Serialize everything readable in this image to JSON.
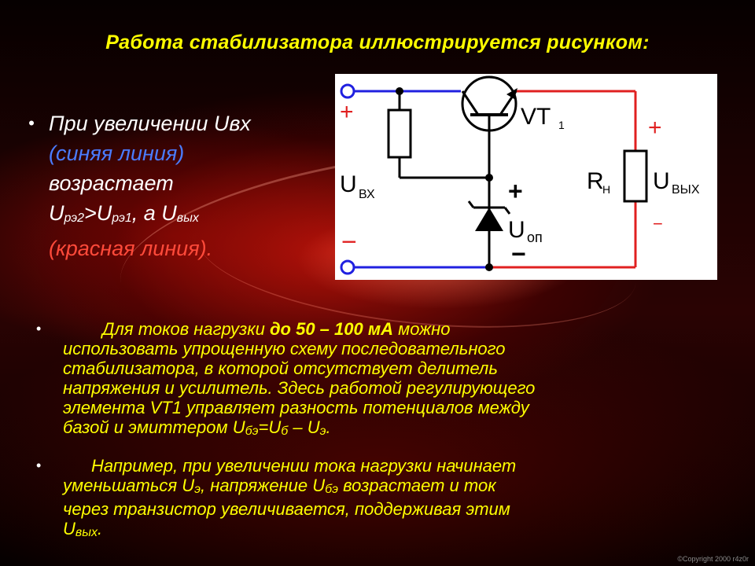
{
  "slide": {
    "title": "Работа стабилизатора иллюстрируется рисунком:",
    "copyright": "©Copyright 2000  r4z0r"
  },
  "left_block": {
    "bullet": "•",
    "line1": "При увеличении Uвх",
    "line2": "(синяя линия)",
    "line3": "возрастает",
    "line4_a": "U",
    "line4_b": "рэ2",
    "line4_c": ">U",
    "line4_d": "рэ1",
    "line4_e": ", а U",
    "line4_f": "вых",
    "line5": "(красная линия)."
  },
  "circuit": {
    "vt_label": "VT",
    "vt_sub": "1",
    "uin_label": "U",
    "uin_sub": "ВХ",
    "rn_label": "R",
    "rn_sub": "Н",
    "uout_label": "U",
    "uout_sub": "ВЫХ",
    "uop_label": "U",
    "uop_sub": "оп",
    "plus": "+",
    "minus": "−",
    "colors": {
      "blue": "#2020e0",
      "red": "#e02020",
      "black": "#000000"
    }
  },
  "para1": {
    "bullet": "•",
    "text_a": "Для токов нагрузки ",
    "text_bold": "до 50 – 100 мА",
    "text_b": " можно",
    "line2": "использовать упрощенную схему последовательного",
    "line3": "стабилизатора, в которой отсутствует делитель",
    "line4": "напряжения и усилитель. Здесь работой регулирующего",
    "line5": "элемента VT1 управляет разность потенциалов между",
    "line6_a": "базой и эмиттером U",
    "line6_b": "бэ",
    "line6_c": "=U",
    "line6_d": "б",
    "line6_e": " – U",
    "line6_f": "э",
    "line6_g": "."
  },
  "para2": {
    "bullet": "•",
    "line1": "Например, при увеличении тока нагрузки  начинает",
    "line2_a": "уменьшаться  U",
    "line2_b": "э",
    "line2_c": ", напряжение U",
    "line2_d": "бэ",
    "line2_e": " возрастает и ток",
    "line3": "через транзистор увеличивается, поддерживая этим",
    "line4_a": "U",
    "line4_b": "вых",
    "line4_c": "."
  }
}
